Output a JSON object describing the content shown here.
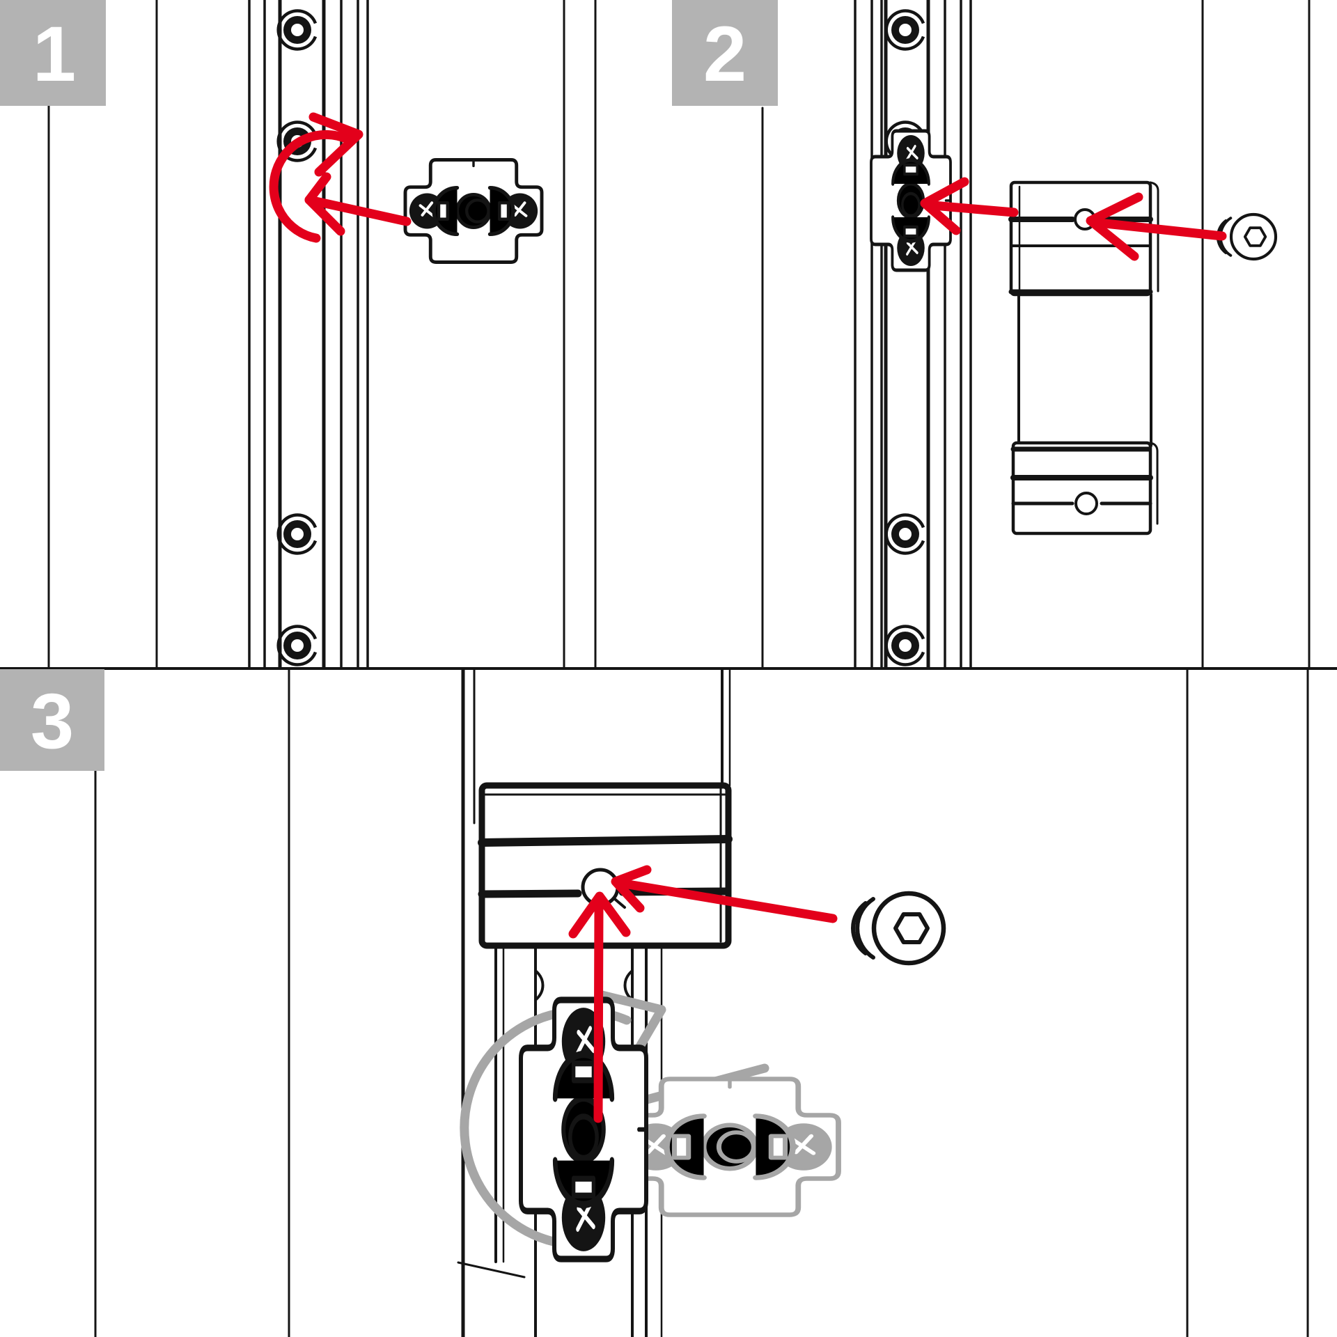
{
  "diagram": {
    "kind": "furniture/profile assembly instructions",
    "style": "black line art with red action arrows and gray ghost overlay",
    "panels": 3
  },
  "steps": [
    {
      "number": "1"
    },
    {
      "number": "2"
    },
    {
      "number": "3"
    }
  ],
  "colors": {
    "background": "#ffffff",
    "line": "#141414",
    "red": "#e3001b",
    "ghost": "#a6a6a6",
    "badge_bg": "#b3b3b3",
    "badge_text": "#ffffff"
  }
}
